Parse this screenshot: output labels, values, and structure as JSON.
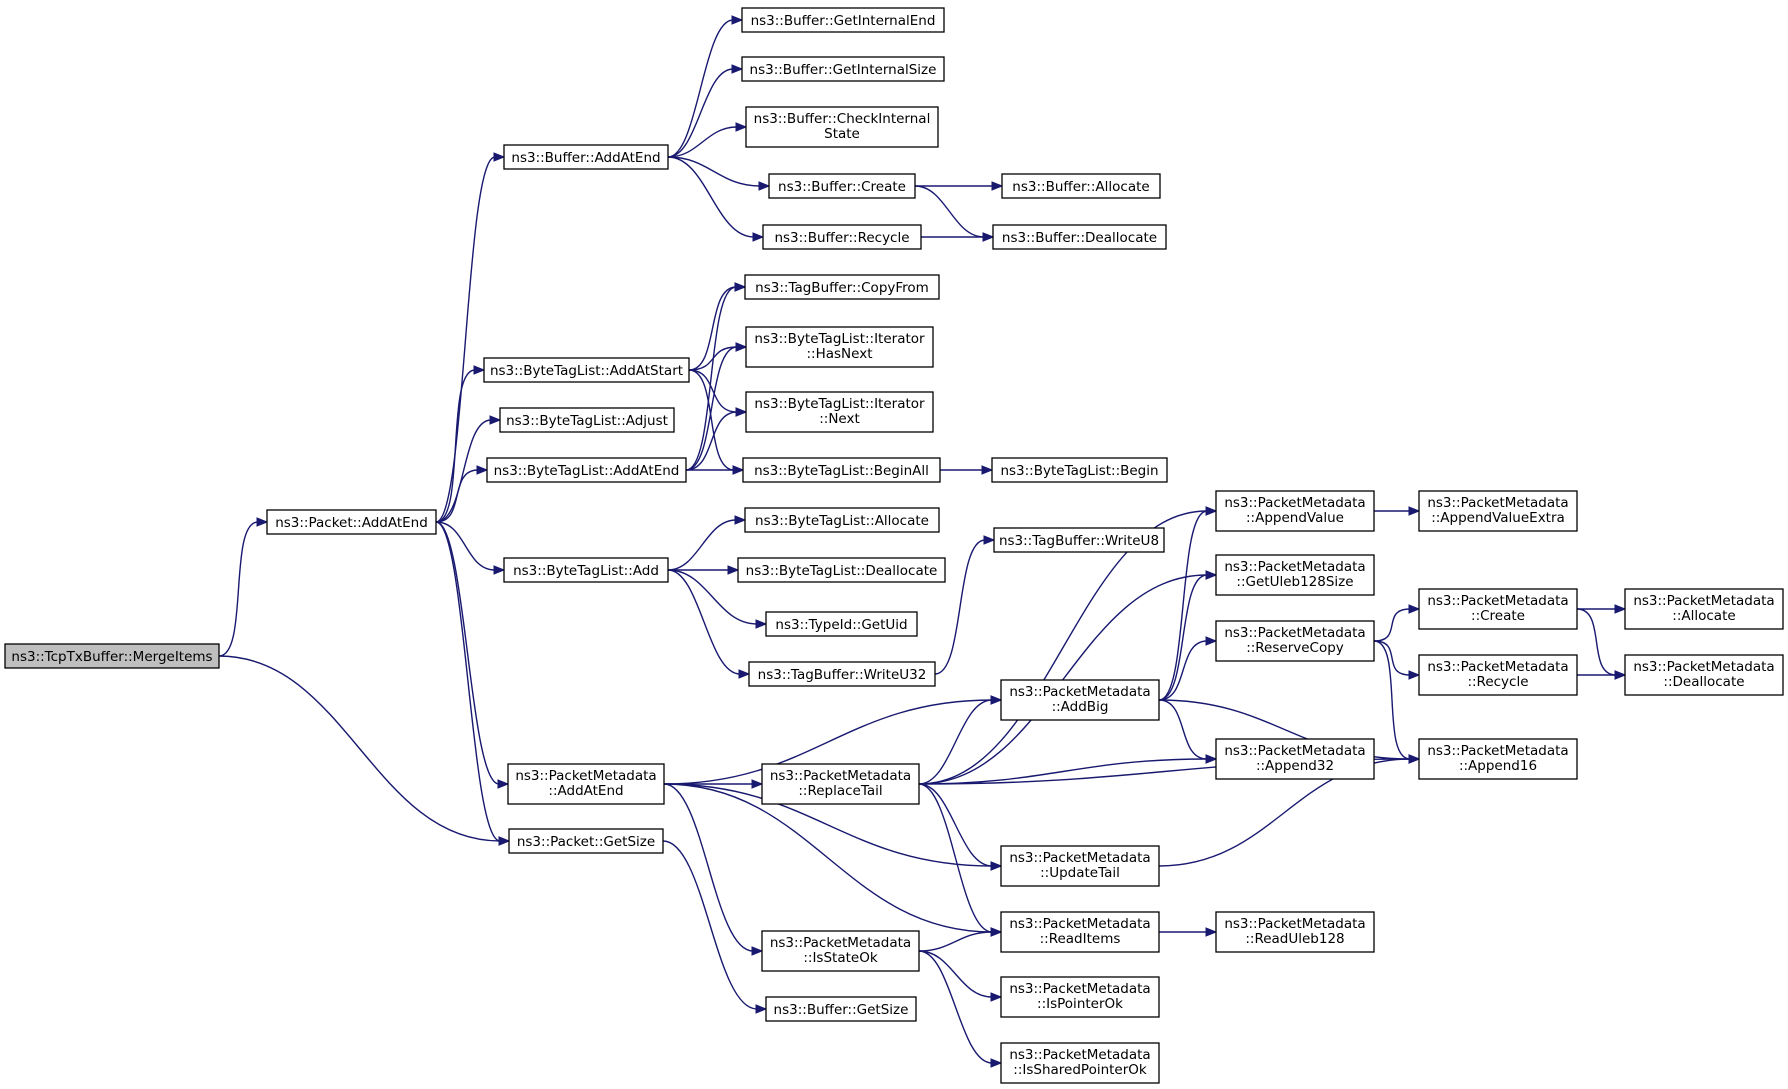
{
  "colors": {
    "edge": "#191970",
    "node_border": "#000000",
    "node_fill": "#ffffff",
    "root_fill": "#bfbfbf"
  },
  "nodes": [
    {
      "id": "merge",
      "label": "ns3::TcpTxBuffer::MergeItems",
      "root": true
    },
    {
      "id": "pkt_addatend",
      "label": "ns3::Packet::AddAtEnd"
    },
    {
      "id": "pkt_getsize",
      "label": "ns3::Packet::GetSize"
    },
    {
      "id": "buf_addatend",
      "label": "ns3::Buffer::AddAtEnd"
    },
    {
      "id": "btl_addatstart",
      "label": "ns3::ByteTagList::AddAtStart"
    },
    {
      "id": "btl_adjust",
      "label": "ns3::ByteTagList::Adjust"
    },
    {
      "id": "btl_addatend",
      "label": "ns3::ByteTagList::AddAtEnd"
    },
    {
      "id": "btl_add",
      "label": "ns3::ByteTagList::Add"
    },
    {
      "id": "pm_addatend",
      "label": "ns3::PacketMetadata\n::AddAtEnd"
    },
    {
      "id": "buf_getinternalend",
      "label": "ns3::Buffer::GetInternalEnd"
    },
    {
      "id": "buf_getinternalsize",
      "label": "ns3::Buffer::GetInternalSize"
    },
    {
      "id": "buf_checkinternal",
      "label": "ns3::Buffer::CheckInternal\nState"
    },
    {
      "id": "buf_create",
      "label": "ns3::Buffer::Create"
    },
    {
      "id": "buf_recycle",
      "label": "ns3::Buffer::Recycle"
    },
    {
      "id": "buf_allocate",
      "label": "ns3::Buffer::Allocate"
    },
    {
      "id": "buf_deallocate",
      "label": "ns3::Buffer::Deallocate"
    },
    {
      "id": "tb_copyfrom",
      "label": "ns3::TagBuffer::CopyFrom"
    },
    {
      "id": "btli_hasnext",
      "label": "ns3::ByteTagList::Iterator\n::HasNext"
    },
    {
      "id": "btli_next",
      "label": "ns3::ByteTagList::Iterator\n::Next"
    },
    {
      "id": "btl_beginall",
      "label": "ns3::ByteTagList::BeginAll"
    },
    {
      "id": "btl_begin",
      "label": "ns3::ByteTagList::Begin"
    },
    {
      "id": "btl_allocate",
      "label": "ns3::ByteTagList::Allocate"
    },
    {
      "id": "btl_deallocate",
      "label": "ns3::ByteTagList::Deallocate"
    },
    {
      "id": "typeid_getuid",
      "label": "ns3::TypeId::GetUid"
    },
    {
      "id": "tb_writeu32",
      "label": "ns3::TagBuffer::WriteU32"
    },
    {
      "id": "tb_writeu8",
      "label": "ns3::TagBuffer::WriteU8"
    },
    {
      "id": "pm_replacetail",
      "label": "ns3::PacketMetadata\n::ReplaceTail"
    },
    {
      "id": "pm_isstateok",
      "label": "ns3::PacketMetadata\n::IsStateOk"
    },
    {
      "id": "buf_getsize",
      "label": "ns3::Buffer::GetSize"
    },
    {
      "id": "pm_addbig",
      "label": "ns3::PacketMetadata\n::AddBig"
    },
    {
      "id": "pm_updatetail",
      "label": "ns3::PacketMetadata\n::UpdateTail"
    },
    {
      "id": "pm_readitems",
      "label": "ns3::PacketMetadata\n::ReadItems"
    },
    {
      "id": "pm_ispointerok",
      "label": "ns3::PacketMetadata\n::IsPointerOk"
    },
    {
      "id": "pm_issharedpointerok",
      "label": "ns3::PacketMetadata\n::IsSharedPointerOk"
    },
    {
      "id": "pm_appendvalue",
      "label": "ns3::PacketMetadata\n::AppendValue"
    },
    {
      "id": "pm_getuleb128size",
      "label": "ns3::PacketMetadata\n::GetUleb128Size"
    },
    {
      "id": "pm_reservecopy",
      "label": "ns3::PacketMetadata\n::ReserveCopy"
    },
    {
      "id": "pm_append32",
      "label": "ns3::PacketMetadata\n::Append32"
    },
    {
      "id": "pm_readuleb128",
      "label": "ns3::PacketMetadata\n::ReadUleb128"
    },
    {
      "id": "pm_appendvalueextra",
      "label": "ns3::PacketMetadata\n::AppendValueExtra"
    },
    {
      "id": "pm_create",
      "label": "ns3::PacketMetadata\n::Create"
    },
    {
      "id": "pm_recycle",
      "label": "ns3::PacketMetadata\n::Recycle"
    },
    {
      "id": "pm_append16",
      "label": "ns3::PacketMetadata\n::Append16"
    },
    {
      "id": "pm_allocate",
      "label": "ns3::PacketMetadata\n::Allocate"
    },
    {
      "id": "pm_deallocate",
      "label": "ns3::PacketMetadata\n::Deallocate"
    }
  ],
  "edges": [
    [
      "merge",
      "pkt_addatend"
    ],
    [
      "merge",
      "pkt_getsize"
    ],
    [
      "pkt_addatend",
      "buf_addatend"
    ],
    [
      "pkt_addatend",
      "btl_addatstart"
    ],
    [
      "pkt_addatend",
      "btl_adjust"
    ],
    [
      "pkt_addatend",
      "btl_addatend"
    ],
    [
      "pkt_addatend",
      "btl_add"
    ],
    [
      "pkt_addatend",
      "pm_addatend"
    ],
    [
      "pkt_addatend",
      "pkt_getsize"
    ],
    [
      "buf_addatend",
      "buf_getinternalend"
    ],
    [
      "buf_addatend",
      "buf_getinternalsize"
    ],
    [
      "buf_addatend",
      "buf_checkinternal"
    ],
    [
      "buf_addatend",
      "buf_create"
    ],
    [
      "buf_addatend",
      "buf_recycle"
    ],
    [
      "buf_create",
      "buf_allocate"
    ],
    [
      "buf_create",
      "buf_deallocate"
    ],
    [
      "buf_recycle",
      "buf_deallocate"
    ],
    [
      "btl_addatstart",
      "tb_copyfrom"
    ],
    [
      "btl_addatstart",
      "btli_hasnext"
    ],
    [
      "btl_addatstart",
      "btli_next"
    ],
    [
      "btl_addatstart",
      "btl_beginall"
    ],
    [
      "btl_addatend",
      "tb_copyfrom"
    ],
    [
      "btl_addatend",
      "btli_hasnext"
    ],
    [
      "btl_addatend",
      "btli_next"
    ],
    [
      "btl_addatend",
      "btl_beginall"
    ],
    [
      "btl_beginall",
      "btl_begin"
    ],
    [
      "btl_add",
      "btl_allocate"
    ],
    [
      "btl_add",
      "btl_deallocate"
    ],
    [
      "btl_add",
      "typeid_getuid"
    ],
    [
      "btl_add",
      "tb_writeu32"
    ],
    [
      "tb_writeu32",
      "tb_writeu8"
    ],
    [
      "pm_addatend",
      "pm_replacetail"
    ],
    [
      "pm_addatend",
      "pm_addbig"
    ],
    [
      "pm_addatend",
      "pm_updatetail"
    ],
    [
      "pm_addatend",
      "pm_readitems"
    ],
    [
      "pm_addatend",
      "pm_isstateok"
    ],
    [
      "pkt_getsize",
      "buf_getsize"
    ],
    [
      "pm_replacetail",
      "pm_appendvalue"
    ],
    [
      "pm_replacetail",
      "pm_getuleb128size"
    ],
    [
      "pm_replacetail",
      "pm_addbig"
    ],
    [
      "pm_replacetail",
      "pm_append32"
    ],
    [
      "pm_replacetail",
      "pm_append16"
    ],
    [
      "pm_replacetail",
      "pm_updatetail"
    ],
    [
      "pm_replacetail",
      "pm_readitems"
    ],
    [
      "pm_addbig",
      "pm_appendvalue"
    ],
    [
      "pm_addbig",
      "pm_getuleb128size"
    ],
    [
      "pm_addbig",
      "pm_reservecopy"
    ],
    [
      "pm_addbig",
      "pm_append32"
    ],
    [
      "pm_addbig",
      "pm_append16"
    ],
    [
      "pm_appendvalue",
      "pm_appendvalueextra"
    ],
    [
      "pm_reservecopy",
      "pm_create"
    ],
    [
      "pm_reservecopy",
      "pm_recycle"
    ],
    [
      "pm_reservecopy",
      "pm_append16"
    ],
    [
      "pm_create",
      "pm_allocate"
    ],
    [
      "pm_create",
      "pm_deallocate"
    ],
    [
      "pm_recycle",
      "pm_deallocate"
    ],
    [
      "pm_updatetail",
      "pm_append16"
    ],
    [
      "pm_readitems",
      "pm_readuleb128"
    ],
    [
      "pm_isstateok",
      "pm_readitems"
    ],
    [
      "pm_isstateok",
      "pm_ispointerok"
    ],
    [
      "pm_isstateok",
      "pm_issharedpointerok"
    ]
  ]
}
